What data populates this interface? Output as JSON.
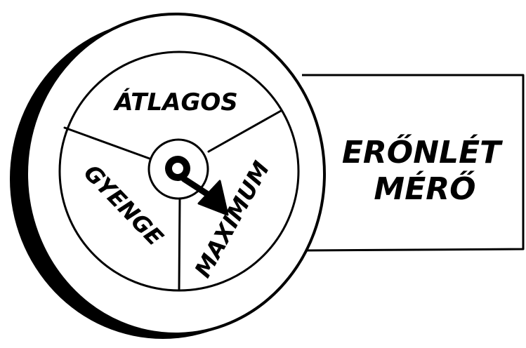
{
  "meter": {
    "segments": {
      "top": "ÁTLAGOS",
      "left": "GYENGE",
      "right": "MAXIMUM"
    },
    "pointer_target": "MAXIMUM"
  },
  "label_box": {
    "line1": "ERŐNLÉT",
    "line2": "MÉRŐ"
  },
  "colors": {
    "ink": "#000000",
    "paper": "#ffffff"
  }
}
